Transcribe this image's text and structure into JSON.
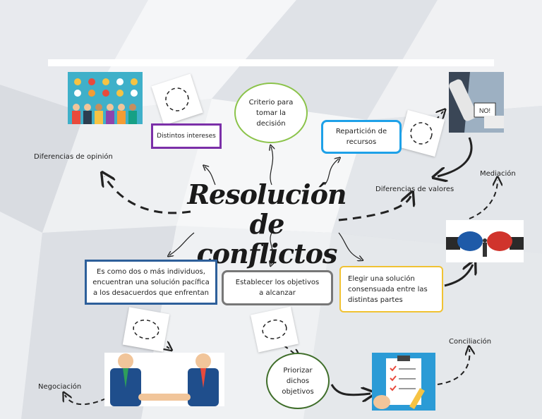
{
  "title": {
    "line1": "Resolución",
    "line2": "de conflictos"
  },
  "nodes": {
    "interests": "Distintos intereses",
    "criterion": "Criterio para tomar la decisión",
    "resources": "Repartición de recursos",
    "definition": "Es como dos o más individuos, encuentran una solución pacífica a los desacuerdos que enfrentan",
    "objectives": "Establecer los objetivos a alcanzar",
    "agreed_solution": "Elegir una solución consensuada entre las distintas partes",
    "prioritize": "Priorizar dichos objetivos"
  },
  "labels": {
    "opinion": "Diferencias de opinión",
    "values": "Diferencias de valores",
    "mediation": "Mediación",
    "negotiation": "Negociación",
    "conciliation": "Conciliación"
  },
  "image_text": {
    "no_sign": "NO!"
  },
  "colors": {
    "purple": "#7b2fa8",
    "green": "#8bc34a",
    "blue": "#1ea1e8",
    "navy": "#2d5f9a",
    "gray": "#777777",
    "gold": "#f0c233",
    "dark_green": "#3f6e2a"
  }
}
